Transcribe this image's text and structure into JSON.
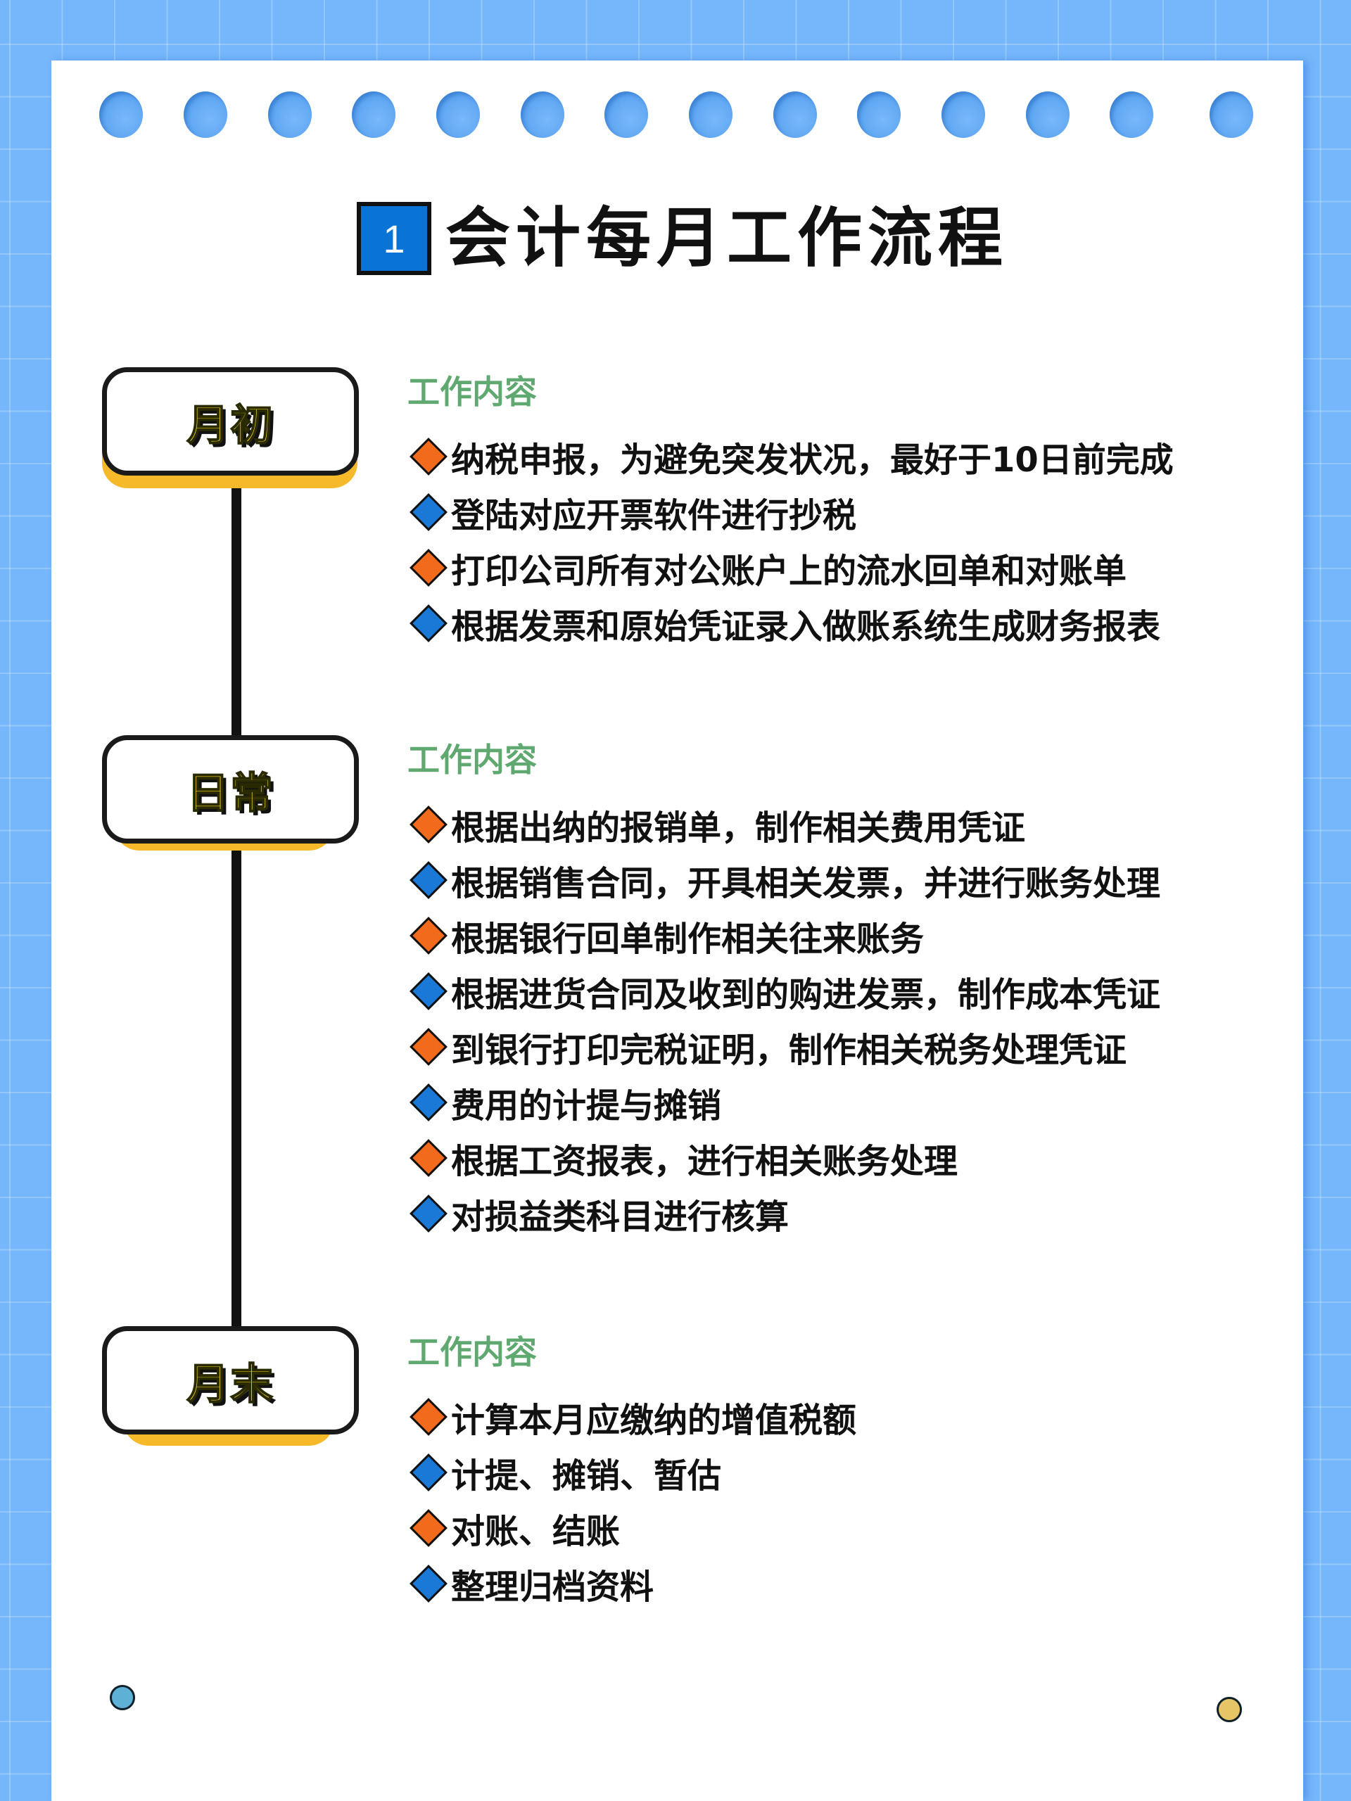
{
  "title": {
    "number": "1",
    "text": "会计每月工作流程"
  },
  "colors": {
    "background": "#76b7fb",
    "card": "#ffffff",
    "title_badge": "#0a74d6",
    "heading_green": "#5fa870",
    "label_yellow": "#f9d71c",
    "label_shadow_yellow": "#f5b929",
    "diamond_orange": "#f26b1d",
    "diamond_blue": "#1a78d6",
    "dot_left": "#5fb0d5",
    "dot_right": "#e6c566"
  },
  "binder_holes": 14,
  "stages": [
    {
      "label": "月初",
      "heading": "工作内容",
      "items": [
        {
          "icon": "orange-diamond",
          "text": "纳税申报，为避免突发状况，最好于10日前完成"
        },
        {
          "icon": "blue-diamond",
          "text": "登陆对应开票软件进行抄税"
        },
        {
          "icon": "orange-diamond",
          "text": "打印公司所有对公账户上的流水回单和对账单"
        },
        {
          "icon": "blue-diamond",
          "text": "根据发票和原始凭证录入做账系统生成财务报表"
        }
      ]
    },
    {
      "label": "日常",
      "heading": "工作内容",
      "items": [
        {
          "icon": "orange-diamond",
          "text": "根据出纳的报销单，制作相关费用凭证"
        },
        {
          "icon": "blue-diamond",
          "text": "根据销售合同，开具相关发票，并进行账务处理"
        },
        {
          "icon": "orange-diamond",
          "text": "根据银行回单制作相关往来账务"
        },
        {
          "icon": "blue-diamond",
          "text": "根据进货合同及收到的购进发票，制作成本凭证"
        },
        {
          "icon": "orange-diamond",
          "text": "到银行打印完税证明，制作相关税务处理凭证"
        },
        {
          "icon": "blue-diamond",
          "text": "费用的计提与摊销"
        },
        {
          "icon": "orange-diamond",
          "text": "根据工资报表，进行相关账务处理"
        },
        {
          "icon": "blue-diamond",
          "text": "对损益类科目进行核算"
        }
      ]
    },
    {
      "label": "月末",
      "heading": "工作内容",
      "items": [
        {
          "icon": "orange-diamond",
          "text": "计算本月应缴纳的增值税额"
        },
        {
          "icon": "blue-diamond",
          "text": "计提、摊销、暂估"
        },
        {
          "icon": "orange-diamond",
          "text": "对账、结账"
        },
        {
          "icon": "blue-diamond",
          "text": "整理归档资料"
        }
      ]
    }
  ]
}
